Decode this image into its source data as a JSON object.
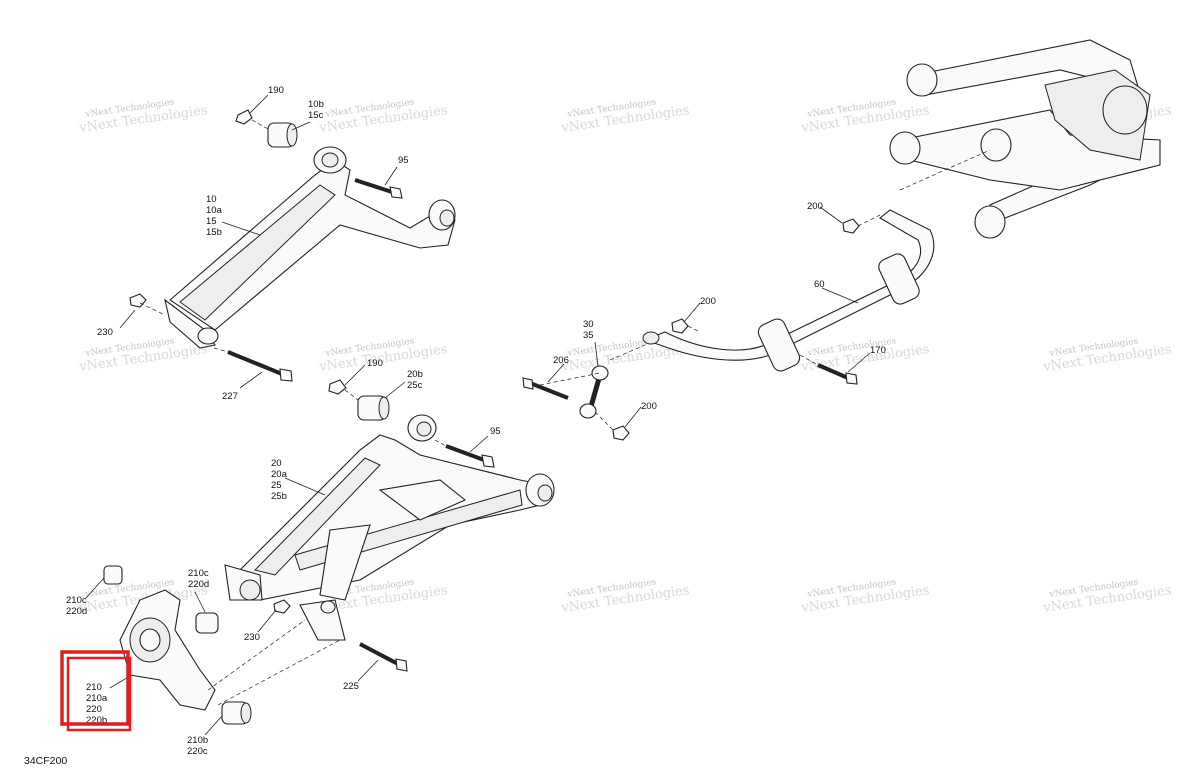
{
  "diagram_code": "34CF200",
  "callouts": [
    {
      "id": "c190",
      "lines": [
        "190"
      ]
    },
    {
      "id": "c10b",
      "lines": [
        "10b",
        "15c"
      ]
    },
    {
      "id": "c95a",
      "lines": [
        "95"
      ]
    },
    {
      "id": "c10",
      "lines": [
        "10",
        "10a",
        "15",
        "15b"
      ]
    },
    {
      "id": "c230a",
      "lines": [
        "230"
      ]
    },
    {
      "id": "c227",
      "lines": [
        "227"
      ]
    },
    {
      "id": "c190b",
      "lines": [
        "190"
      ]
    },
    {
      "id": "c20b",
      "lines": [
        "20b",
        "25c"
      ]
    },
    {
      "id": "c95b",
      "lines": [
        "95"
      ]
    },
    {
      "id": "c20",
      "lines": [
        "20",
        "20a",
        "25",
        "25b"
      ]
    },
    {
      "id": "c210c",
      "lines": [
        "210c",
        "220d"
      ]
    },
    {
      "id": "c210cL",
      "lines": [
        "210c",
        "220d"
      ]
    },
    {
      "id": "c230b",
      "lines": [
        "230"
      ]
    },
    {
      "id": "c225",
      "lines": [
        "225"
      ]
    },
    {
      "id": "c210",
      "lines": [
        "210",
        "210a",
        "220",
        "220b"
      ]
    },
    {
      "id": "c210b",
      "lines": [
        "210b",
        "220c"
      ]
    },
    {
      "id": "c200a",
      "lines": [
        "200"
      ]
    },
    {
      "id": "c60",
      "lines": [
        "60"
      ]
    },
    {
      "id": "c200b",
      "lines": [
        "200"
      ]
    },
    {
      "id": "c30",
      "lines": [
        "30",
        "35"
      ]
    },
    {
      "id": "c206",
      "lines": [
        "206"
      ]
    },
    {
      "id": "c200c",
      "lines": [
        "200"
      ]
    },
    {
      "id": "c170",
      "lines": [
        "170"
      ]
    }
  ],
  "watermark": {
    "line1": "vNext Technologies",
    "line2": "vNext Technologies"
  },
  "highlight_color": "#e02020"
}
